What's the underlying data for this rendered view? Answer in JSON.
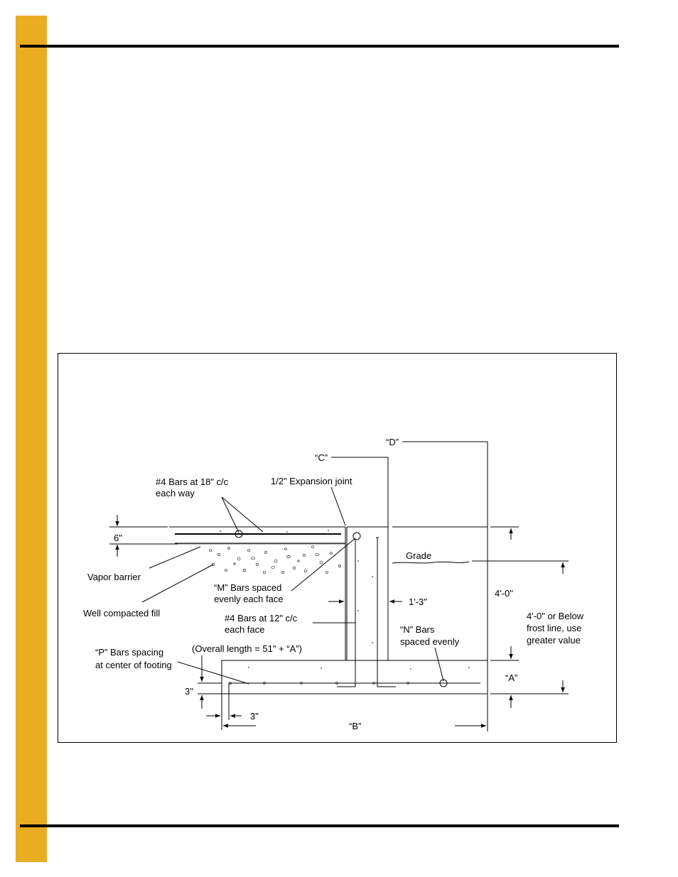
{
  "colors": {
    "sidebar": "#e9ac22",
    "ink": "#000000",
    "paper": "#ffffff"
  },
  "labels": {
    "d": "“D”",
    "c": "“C”",
    "bars18_line1": "#4 Bars at 18\" c/c",
    "bars18_line2": "each way",
    "expansion_joint": "1/2\" Expansion joint",
    "slab_thickness": "6\"",
    "grade": "Grade",
    "vapor_barrier": "Vapor barrier",
    "m_bars_line1": "“M” Bars spaced",
    "m_bars_line2": "evenly each face",
    "wall_width": "1'-3\"",
    "depth_4ft": "4'-0\"",
    "well_compacted_fill": "Well compacted fill",
    "bars12_line1": "#4 Bars at 12\" c/c",
    "bars12_line2": "each face",
    "frost_line1": "4'-0\" or Below",
    "frost_line2": "frost line, use",
    "frost_line3": "greater value",
    "n_bars_line1": "“N” Bars",
    "n_bars_line2": "spaced evenly",
    "overall_length": "(Overall length = 51\" + “A”)",
    "p_bars_line1": "“P” Bars spacing",
    "p_bars_line2": "at center of footing",
    "a": "“A”",
    "cover_3_vertical": "3\"",
    "cover_3_horizontal": "3\"",
    "b": "“B”"
  }
}
